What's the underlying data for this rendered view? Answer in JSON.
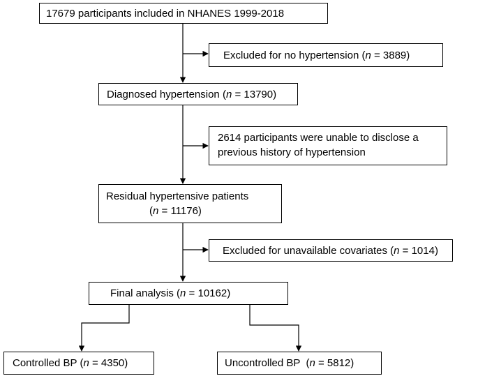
{
  "flowchart": {
    "start": {
      "text": "17679 participants included in NHANES 1999-2018"
    },
    "exclude_no_hypertension": {
      "prefix": "Excluded for no hypertension (",
      "n_symbol": "n",
      "suffix": " = 3889)"
    },
    "diagnosed": {
      "prefix": "Diagnosed hypertension (",
      "n_symbol": "n",
      "suffix": " = 13790)"
    },
    "exclude_history": {
      "line1": "2614 participants were unable to disclose a",
      "line2": "previous history of hypertension"
    },
    "residual": {
      "line1": "Residual hypertensive patients",
      "prefix": "(",
      "n_symbol": "n",
      "suffix": " = 11176)"
    },
    "exclude_covariates": {
      "prefix": "Excluded for unavailable covariates (",
      "n_symbol": "n",
      "suffix": " = 1014)"
    },
    "final": {
      "prefix": "Final analysis (",
      "n_symbol": "n",
      "suffix": " = 10162)"
    },
    "controlled": {
      "prefix": "Controlled BP (",
      "n_symbol": "n",
      "suffix": " = 4350)"
    },
    "uncontrolled": {
      "prefix": "Uncontrolled BP  (",
      "n_symbol": "n",
      "suffix": " = 5812)"
    }
  }
}
